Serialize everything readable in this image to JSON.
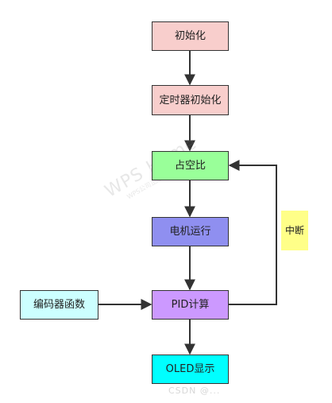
{
  "nodes": {
    "init": {
      "label": "初始化",
      "fill": "#f8cecc"
    },
    "timer_init": {
      "label": "定时器初始化",
      "fill": "#f8cecc"
    },
    "duty": {
      "label": "占空比",
      "fill": "#99ff99"
    },
    "motor": {
      "label": "电机运行",
      "fill": "#8f8ff0"
    },
    "pid": {
      "label": "PID计算",
      "fill": "#cc99ff"
    },
    "encoder": {
      "label": "编码器函数",
      "fill": "#ccffff"
    },
    "oled": {
      "label": "OLED显示",
      "fill": "#00ffff"
    },
    "interrupt": {
      "label": "中断",
      "fill": "#ffff88"
    }
  },
  "edges": [
    {
      "from": "init",
      "to": "timer_init"
    },
    {
      "from": "timer_init",
      "to": "duty"
    },
    {
      "from": "duty",
      "to": "motor"
    },
    {
      "from": "motor",
      "to": "pid"
    },
    {
      "from": "encoder",
      "to": "pid"
    },
    {
      "from": "pid",
      "to": "oled"
    },
    {
      "from": "pid",
      "to": "duty"
    }
  ],
  "watermark": {
    "main": "WPS Home",
    "sub": "WPS公司正版授权使用"
  },
  "footer_watermark": "CSDN @...",
  "colors": {
    "edge": "#333333",
    "border": "#333333"
  }
}
